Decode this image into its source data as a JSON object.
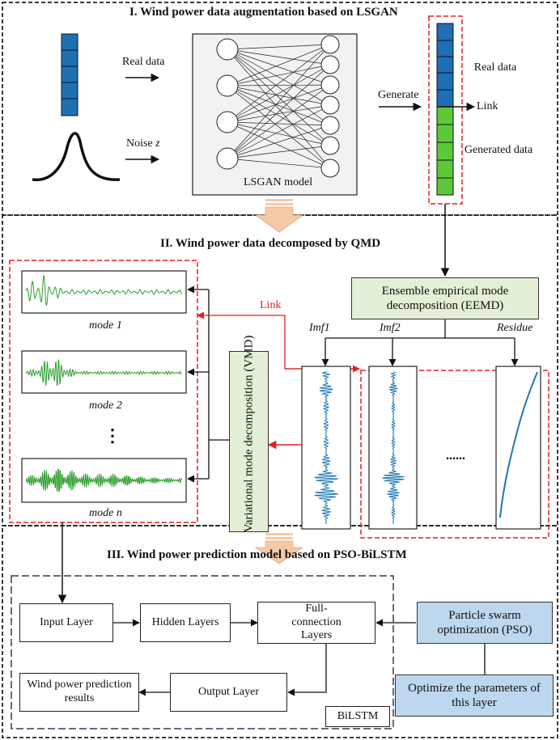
{
  "section1": {
    "title": "I. Wind power data augmentation based on LSGAN",
    "real_data_label": "Real data",
    "noise_label": "Noise",
    "noise_var": "z",
    "model_label": "LSGAN model",
    "generate_label": "Generate",
    "link_label": "Link",
    "real_data_right": "Real data",
    "generated_data": "Generated data"
  },
  "section2": {
    "title": "II. Wind power data decomposed by QMD",
    "eemd": "Ensemble empirical mode decomposition (EEMD)",
    "link_label": "Link",
    "imf1": "Imf1",
    "imf2": "Imf2",
    "residue": "Residue",
    "vmd": "Variational mode decomposition (VMD)",
    "mode1": "mode 1",
    "mode2": "mode 2",
    "moden": "mode n",
    "vdots": "⋮",
    "hdots": "......"
  },
  "section3": {
    "title": "III. Wind power prediction model based on PSO-BiLSTM",
    "input_layer": "Input Layer",
    "hidden_layers": "Hidden Layers",
    "full_connection": "Full-connection Layers",
    "pso": "Particle swarm optimization (PSO)",
    "optimize": "Optimize the parameters of this layer",
    "output_layer": "Output Layer",
    "results": "Wind power prediction results",
    "bilstm": "BiLSTM"
  },
  "colors": {
    "data_blue": "#1f6fb5",
    "data_green": "#5cc93a",
    "signal_green": "#2a9d2a",
    "signal_blue": "#1f78b4",
    "link_red": "#e02020",
    "box_green": "#e3efd7",
    "box_blue": "#bdd7ee",
    "arrow_peach": "#f6c9a6"
  }
}
